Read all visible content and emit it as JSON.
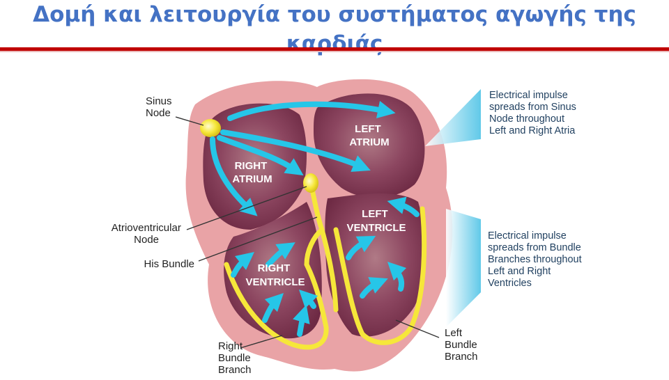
{
  "slide": {
    "title": "Δομή και λειτουργία του συστήματος αγωγής της καρδιάς",
    "accent_color": "#4472C4",
    "rule_color": "#C00000"
  },
  "diagram": {
    "chambers": {
      "right_atrium": [
        "RIGHT",
        "ATRIUM"
      ],
      "left_atrium": [
        "LEFT",
        "ATRIUM"
      ],
      "left_ventricle": [
        "LEFT",
        "VENTRICLE"
      ],
      "right_ventricle": [
        "RIGHT",
        "VENTRICLE"
      ]
    },
    "callouts": {
      "sinus_node": [
        "Sinus",
        "Node"
      ],
      "av_node": [
        "Atrioventricular",
        "Node"
      ],
      "his_bundle": [
        "His Bundle"
      ],
      "right_bundle": [
        "Right",
        "Bundle",
        "Branch"
      ],
      "left_bundle": [
        "Left",
        "Bundle",
        "Branch"
      ]
    },
    "notes": {
      "atria": [
        "Electrical impulse",
        "spreads from Sinus",
        "Node throughout",
        "Left and Right Atria"
      ],
      "ventricles": [
        "Electrical impulse",
        "spreads from Bundle",
        "Branches throughout",
        "Left and Right",
        "Ventricles"
      ]
    },
    "colors": {
      "heart_wall": "#E9A3A6",
      "chamber": "#8A3A55",
      "arrow": "#26C6E8",
      "node": "#F6E73A",
      "pointer": "#59C7E6"
    }
  }
}
